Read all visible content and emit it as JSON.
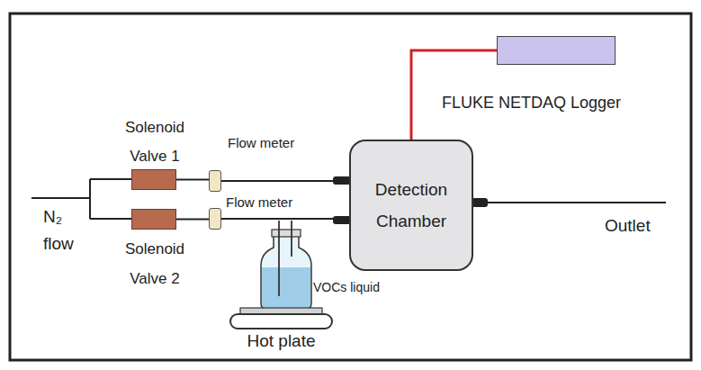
{
  "diagram": {
    "nodes": [
      {
        "text": [
          "Solenoid Valve 1"
        ]
      },
      {
        "text": [
          "Flow meter"
        ]
      },
      {
        "text": [
          "FLUKE NETDAQ Logger"
        ]
      },
      {
        "text": [
          "Detection Chamber"
        ]
      },
      {
        "text": [
          "Solenoid Valve 2"
        ]
      },
      {
        "text": [
          "Flow meter"
        ]
      },
      {
        "text": [
          "VOCs liquid"
        ]
      },
      {
        "text": [
          "Hot plate"
        ]
      }
    ],
    "edges": [
      {
        "from": 0,
        "to": 1,
        "arrow": "none"
      },
      {
        "from": 1,
        "to": 3,
        "arrow": "none"
      },
      {
        "from": 4,
        "to": 5,
        "arrow": "none"
      },
      {
        "from": 5,
        "to": 3,
        "arrow": "none"
      },
      {
        "from": 3,
        "to": 2,
        "arrow": "none"
      }
    ],
    "labels": [
      "N₂ flow",
      "Outlet"
    ]
  }
}
